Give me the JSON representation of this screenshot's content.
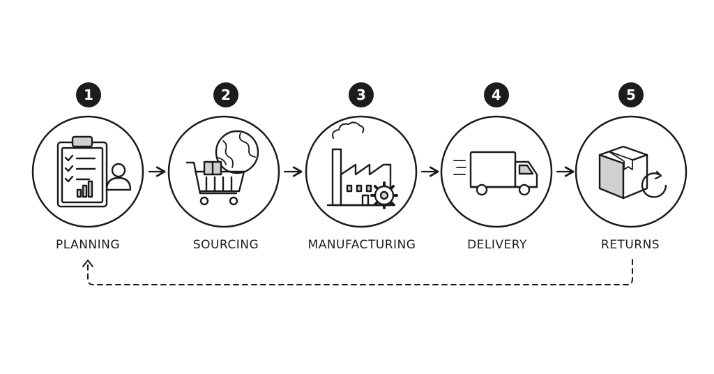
{
  "steps": [
    {
      "number": "1",
      "label": "PLANNING",
      "icon": "clipboard-person-icon"
    },
    {
      "number": "2",
      "label": "SOURCING",
      "icon": "cart-globe-icon"
    },
    {
      "number": "3",
      "label": "MANUFACTURING",
      "icon": "factory-gear-icon"
    },
    {
      "number": "4",
      "label": "DELIVERY",
      "icon": "delivery-truck-icon"
    },
    {
      "number": "5",
      "label": "RETURNS",
      "icon": "box-return-icon"
    }
  ],
  "colors": {
    "ink": "#1a1a1a",
    "shade": "#d0d0d0",
    "background": "#ffffff"
  }
}
